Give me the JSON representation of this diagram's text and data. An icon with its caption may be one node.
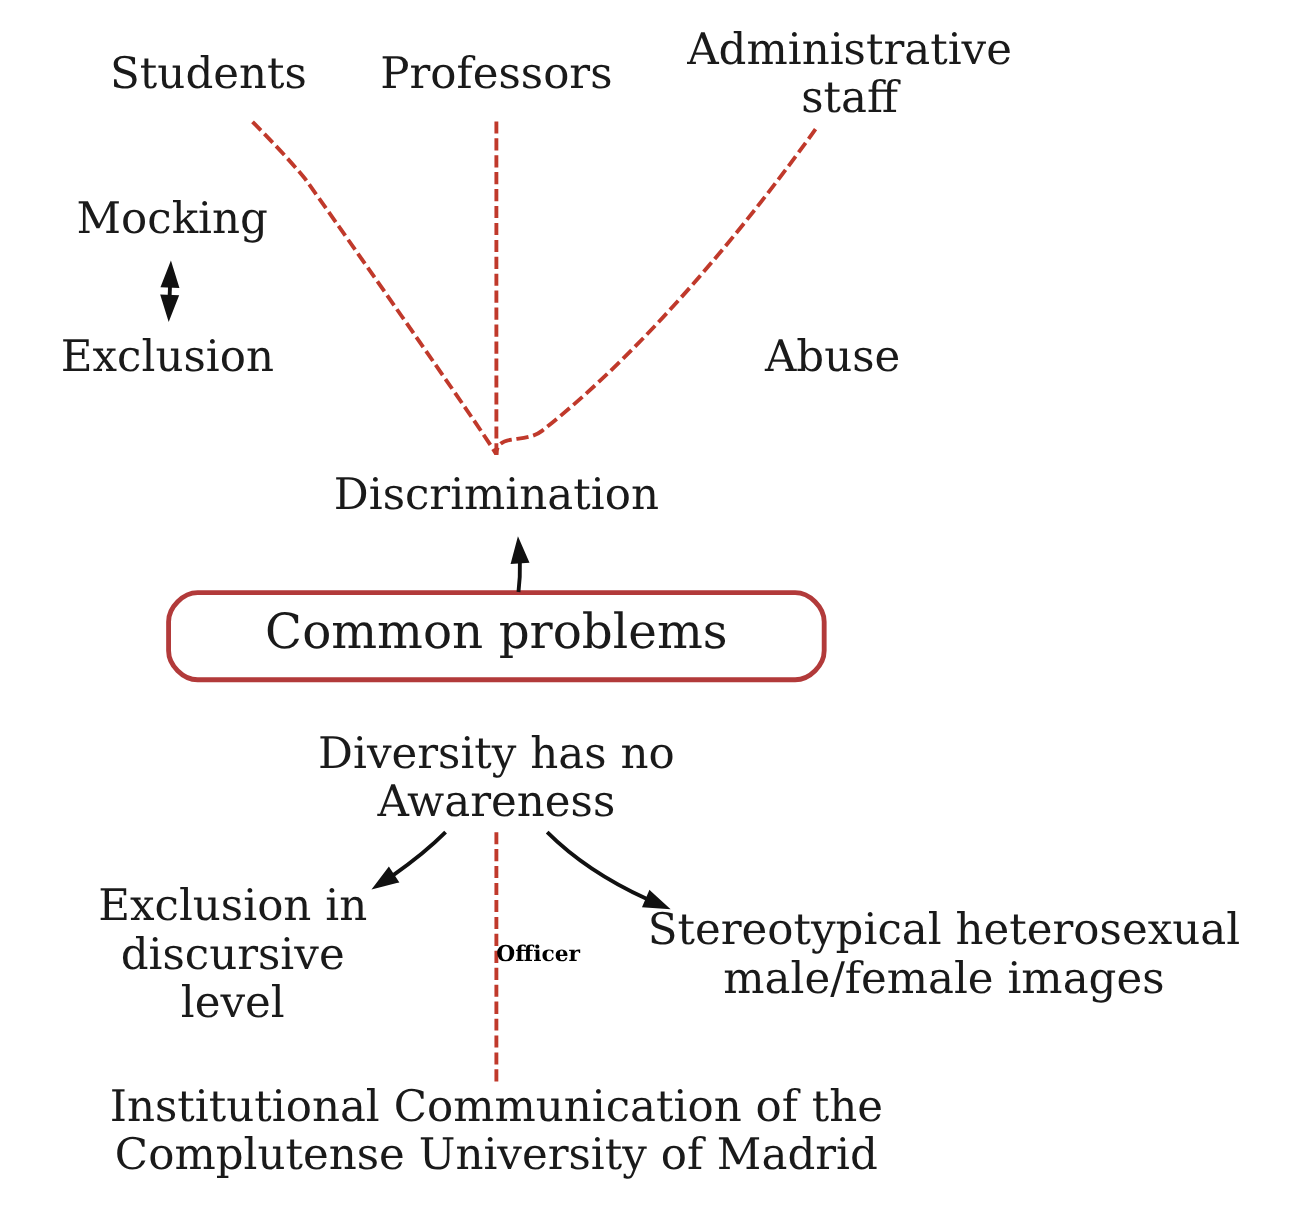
{
  "diagram": {
    "nodes": [
      {
        "text": [
          "Students"
        ]
      },
      {
        "text": [
          "Professors"
        ]
      },
      {
        "text": [
          "Administrative staff"
        ]
      },
      {
        "text": [
          "Mocking"
        ]
      },
      {
        "text": [
          "Exclusion"
        ]
      },
      {
        "text": [
          "Abuse"
        ]
      },
      {
        "text": [
          "Discrimination"
        ]
      },
      {
        "text": [
          "Common problems"
        ]
      },
      {
        "text": [
          "Diversity has no Awareness"
        ]
      },
      {
        "text": [
          "Exclusion in discursive level"
        ]
      },
      {
        "text": [
          "Stereotypical heterosexual male/female images"
        ]
      },
      {
        "text": [
          "Institutional Communication of the Complutense University of Madrid"
        ]
      }
    ],
    "edges": [
      {
        "from": 0,
        "to": 6,
        "arrow": "none",
        "style": "dashed",
        "color": "#c0392b"
      },
      {
        "from": 1,
        "to": 6,
        "arrow": "none",
        "style": "dashed",
        "color": "#c0392b"
      },
      {
        "from": 2,
        "to": 6,
        "arrow": "none",
        "style": "dashed",
        "color": "#c0392b"
      },
      {
        "from": 3,
        "to": 4,
        "arrow": "both",
        "color": "#111111"
      },
      {
        "from": 7,
        "to": 6,
        "arrow": "to",
        "color": "#111111"
      },
      {
        "from": 8,
        "to": 9,
        "arrow": "to",
        "color": "#111111"
      },
      {
        "from": 8,
        "to": 10,
        "arrow": "to",
        "color": "#111111"
      },
      {
        "from": 8,
        "to": 11,
        "arrow": "none",
        "label": "Officer",
        "style": "dashed",
        "color": "#c0392b"
      }
    ]
  }
}
